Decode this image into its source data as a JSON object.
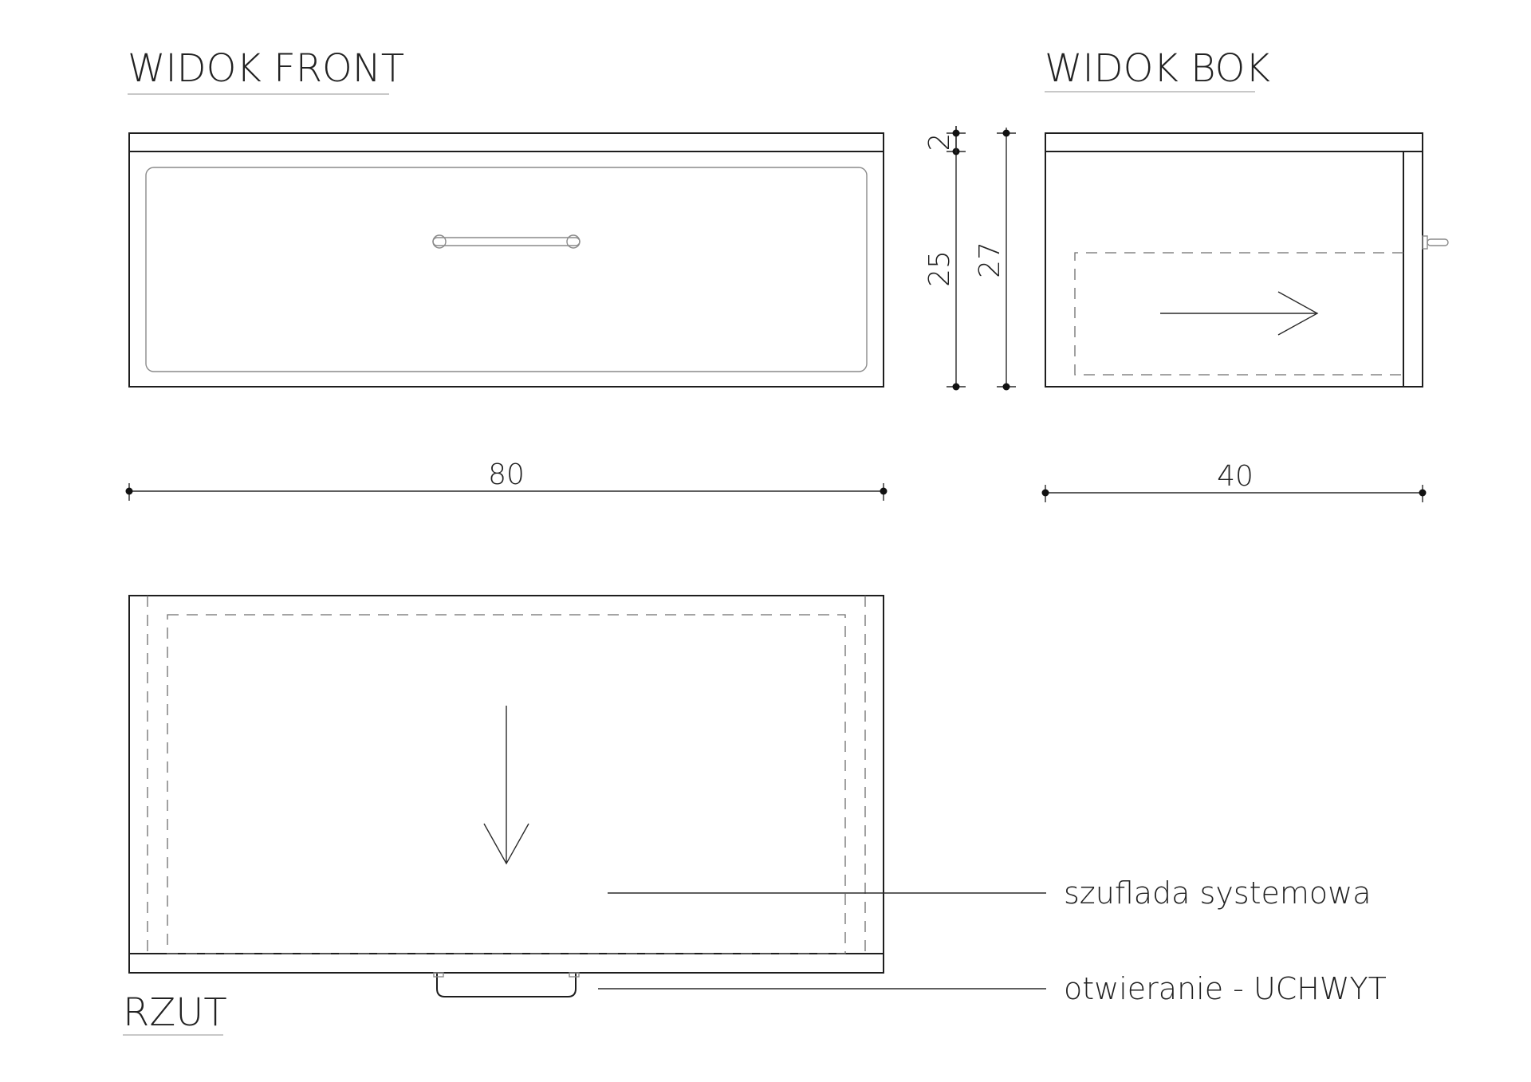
{
  "views": {
    "front": {
      "title": "WIDOK FRONT"
    },
    "side": {
      "title": "WIDOK BOK"
    },
    "plan": {
      "title": "RZUT"
    }
  },
  "dimensions": {
    "front_width": "80",
    "side_depth": "40",
    "top_thickness": "2",
    "drawer_height": "25",
    "total_height": "27"
  },
  "labels": {
    "drawer": "szuflada systemowa",
    "opening": "otwieranie - UCHWYT"
  }
}
